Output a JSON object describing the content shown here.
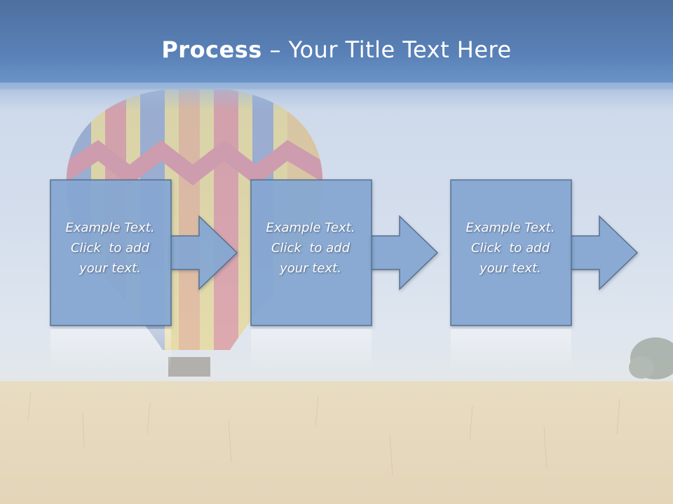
{
  "slide": {
    "title_bold": "Process",
    "title_rest": " – Your Title Text Here"
  },
  "steps": [
    {
      "line1": "Example Text.",
      "line2": "Click  to add",
      "line3": "your text."
    },
    {
      "line1": "Example Text.",
      "line2": "Click  to add",
      "line3": "your text."
    },
    {
      "line1": "Example Text.",
      "line2": "Click  to add",
      "line3": "your text."
    }
  ],
  "colors": {
    "header": "#5a82b8",
    "box_fill": "#87a8d4",
    "box_stroke": "#56708f",
    "text": "#ffffff"
  },
  "icons": [
    "hot-air-balloon-icon",
    "tree-icon",
    "arrow-right-icon"
  ]
}
